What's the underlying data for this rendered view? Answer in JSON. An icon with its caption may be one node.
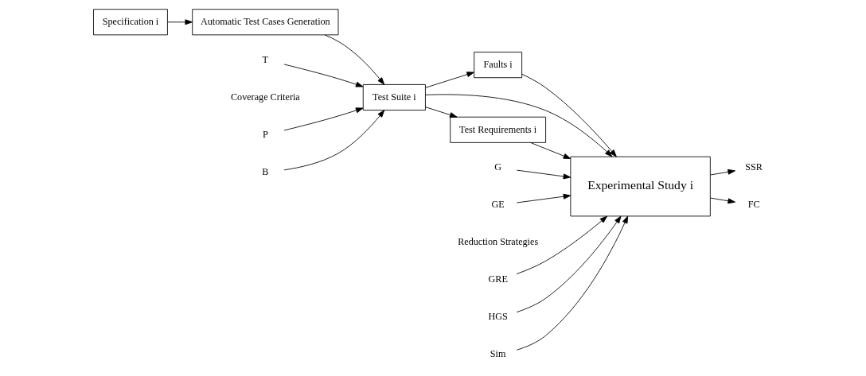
{
  "diagram": {
    "nodes": [
      {
        "text": [
          "Specification i"
        ]
      },
      {
        "text": [
          "Automatic Test Cases Generation"
        ]
      },
      {
        "text": [
          "Test Suite i"
        ]
      },
      {
        "text": [
          "Faults i"
        ]
      },
      {
        "text": [
          "Experimental Study i"
        ]
      },
      {
        "text": [
          "Test Requirements i"
        ]
      },
      {
        "text": [
          "SSR"
        ]
      },
      {
        "text": [
          "FC"
        ]
      },
      {
        "text": [
          "G"
        ]
      },
      {
        "text": [
          "GE"
        ]
      },
      {
        "text": [
          "GRE"
        ]
      },
      {
        "text": [
          "HGS"
        ]
      },
      {
        "text": [
          "Sim"
        ]
      },
      {
        "text": [
          "T"
        ]
      },
      {
        "text": [
          "P"
        ]
      },
      {
        "text": [
          "B"
        ]
      }
    ],
    "edges": [
      {
        "from": 0,
        "to": 1,
        "arrow": "to"
      },
      {
        "from": 1,
        "to": 2,
        "arrow": "to"
      },
      {
        "from": 2,
        "to": 3,
        "arrow": "to"
      },
      {
        "from": 3,
        "to": 4,
        "arrow": "to"
      },
      {
        "from": 2,
        "to": 4,
        "arrow": "to"
      },
      {
        "from": 2,
        "to": 5,
        "arrow": "to"
      },
      {
        "from": 5,
        "to": 4,
        "arrow": "to"
      },
      {
        "from": 4,
        "to": 6,
        "arrow": "to"
      },
      {
        "from": 4,
        "to": 7,
        "arrow": "to"
      },
      {
        "from": 8,
        "to": 4,
        "arrow": "to"
      },
      {
        "from": 9,
        "to": 4,
        "arrow": "to"
      },
      {
        "from": 10,
        "to": 4,
        "arrow": "to"
      },
      {
        "from": 11,
        "to": 4,
        "arrow": "to"
      },
      {
        "from": 12,
        "to": 4,
        "arrow": "to"
      },
      {
        "from": 13,
        "to": 2,
        "arrow": "to"
      },
      {
        "from": 14,
        "to": 2,
        "arrow": "to"
      },
      {
        "from": 15,
        "to": 2,
        "arrow": "to"
      }
    ],
    "labels": [
      "Reduction Strategies",
      "Coverage Criteria"
    ]
  }
}
